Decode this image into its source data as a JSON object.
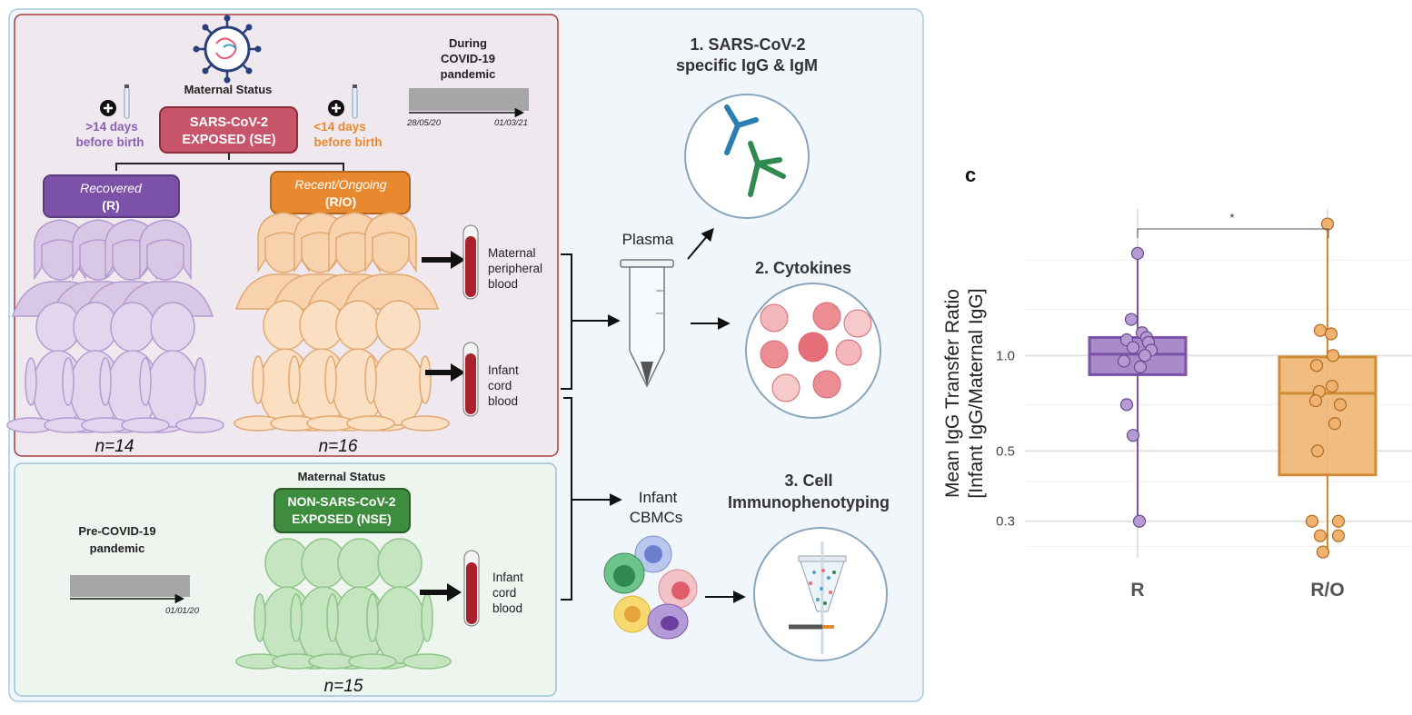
{
  "colors": {
    "se_panel_fill": "#efe9ef",
    "se_panel_border": "#a83a3e",
    "nse_panel_fill": "#edf5ee",
    "nse_panel_border": "#9cc3d6",
    "outer_fill": "#f1f6fb",
    "outer_border": "#a9c8e2",
    "se_badge": "#c8566b",
    "recovered": "#7c52a8",
    "recovered_light": "#d8c8e6",
    "recent": "#e8892f",
    "recent_light": "#f7d2ac",
    "nse_badge": "#3e8c3e",
    "nse_light": "#c5e4c0",
    "purple_text": "#8a5fb0",
    "orange_text": "#e8892f",
    "blood": "#a8222e",
    "antibody_blue": "#2a7fb2",
    "antibody_green": "#2f8a4f",
    "cytokine": "#e88c93",
    "r_box": "#9a77bf",
    "ro_box": "#edb06a",
    "ro_edge": "#d18a36"
  },
  "se_panel": {
    "maternal_status": "Maternal Status",
    "badge_line1": "SARS-CoV-2",
    "badge_line2": "EXPOSED (SE)",
    "left_timing_line1": ">14 days",
    "left_timing_line2": "before birth",
    "right_timing_line1": "<14 days",
    "right_timing_line2": "before birth",
    "timeline_title_line1": "During",
    "timeline_title_line2": "COVID-19",
    "timeline_title_line3": "pandemic",
    "timeline_start": "28/05/20",
    "timeline_end": "01/03/21",
    "group_r_line1": "Recovered",
    "group_r_line2": "(R)",
    "group_ro_line1": "Recent/Ongoing",
    "group_ro_line2": "(R/O)",
    "n_r": "n=14",
    "n_ro": "n=16",
    "maternal_blood_line1": "Maternal",
    "maternal_blood_line2": "peripheral",
    "maternal_blood_line3": "blood",
    "infant_blood_line1": "Infant",
    "infant_blood_line2": "cord",
    "infant_blood_line3": "blood"
  },
  "nse_panel": {
    "maternal_status": "Maternal Status",
    "badge_line1": "NON-SARS-CoV-2",
    "badge_line2": "EXPOSED (NSE)",
    "timeline_title_line1": "Pre-COVID-19",
    "timeline_title_line2": "pandemic",
    "timeline_end": "01/01/20",
    "n": "n=15",
    "infant_blood_line1": "Infant",
    "infant_blood_line2": "cord",
    "infant_blood_line3": "blood"
  },
  "assays": {
    "plasma": "Plasma",
    "cbmcs_line1": "Infant",
    "cbmcs_line2": "CBMCs",
    "a1_line1": "1. SARS-CoV-2",
    "a1_line2": "specific IgG & IgM",
    "a2": "2. Cytokines",
    "a3_line1": "3. Cell",
    "a3_line2": "Immunophenotyping"
  },
  "chart_data": {
    "type": "box",
    "categories": [
      "R",
      "R/O"
    ],
    "ylabel_line1": "Mean IgG Transfer Ratio",
    "ylabel_line2": "[Infant IgG/Maternal IgG]",
    "yscale": "log",
    "ylim": [
      0.23,
      2.9
    ],
    "yticks": [
      0.3,
      0.5,
      1.0
    ],
    "ytick_labels": [
      "0.3",
      "0.5",
      "1.0"
    ],
    "grid": true,
    "significance": "*",
    "boxes": [
      {
        "category": "R",
        "q1": 0.87,
        "median": 1.01,
        "q3": 1.14,
        "whisker_low": 0.3,
        "whisker_high": 2.1
      },
      {
        "category": "R/O",
        "q1": 0.42,
        "median": 0.76,
        "q3": 0.99,
        "whisker_low": 0.24,
        "whisker_high": 2.6
      }
    ],
    "points": [
      {
        "category": "R",
        "values": [
          2.1,
          1.3,
          1.18,
          1.14,
          1.12,
          1.1,
          1.06,
          1.04,
          1.0,
          0.96,
          0.92,
          0.7,
          0.56,
          0.3
        ]
      },
      {
        "category": "R/O",
        "values": [
          2.6,
          1.2,
          1.17,
          1.0,
          0.93,
          0.8,
          0.77,
          0.72,
          0.7,
          0.61,
          0.5,
          0.3,
          0.3,
          0.27,
          0.27,
          0.24
        ]
      }
    ],
    "point_jitter": [
      [
        0,
        -7,
        5,
        10,
        -12,
        12,
        -5,
        15,
        8,
        -15,
        3,
        -12,
        -5,
        2
      ],
      [
        0,
        -8,
        4,
        6,
        -12,
        5,
        -9,
        -13,
        14,
        8,
        -11,
        -17,
        12,
        -8,
        12,
        -5
      ]
    ]
  }
}
